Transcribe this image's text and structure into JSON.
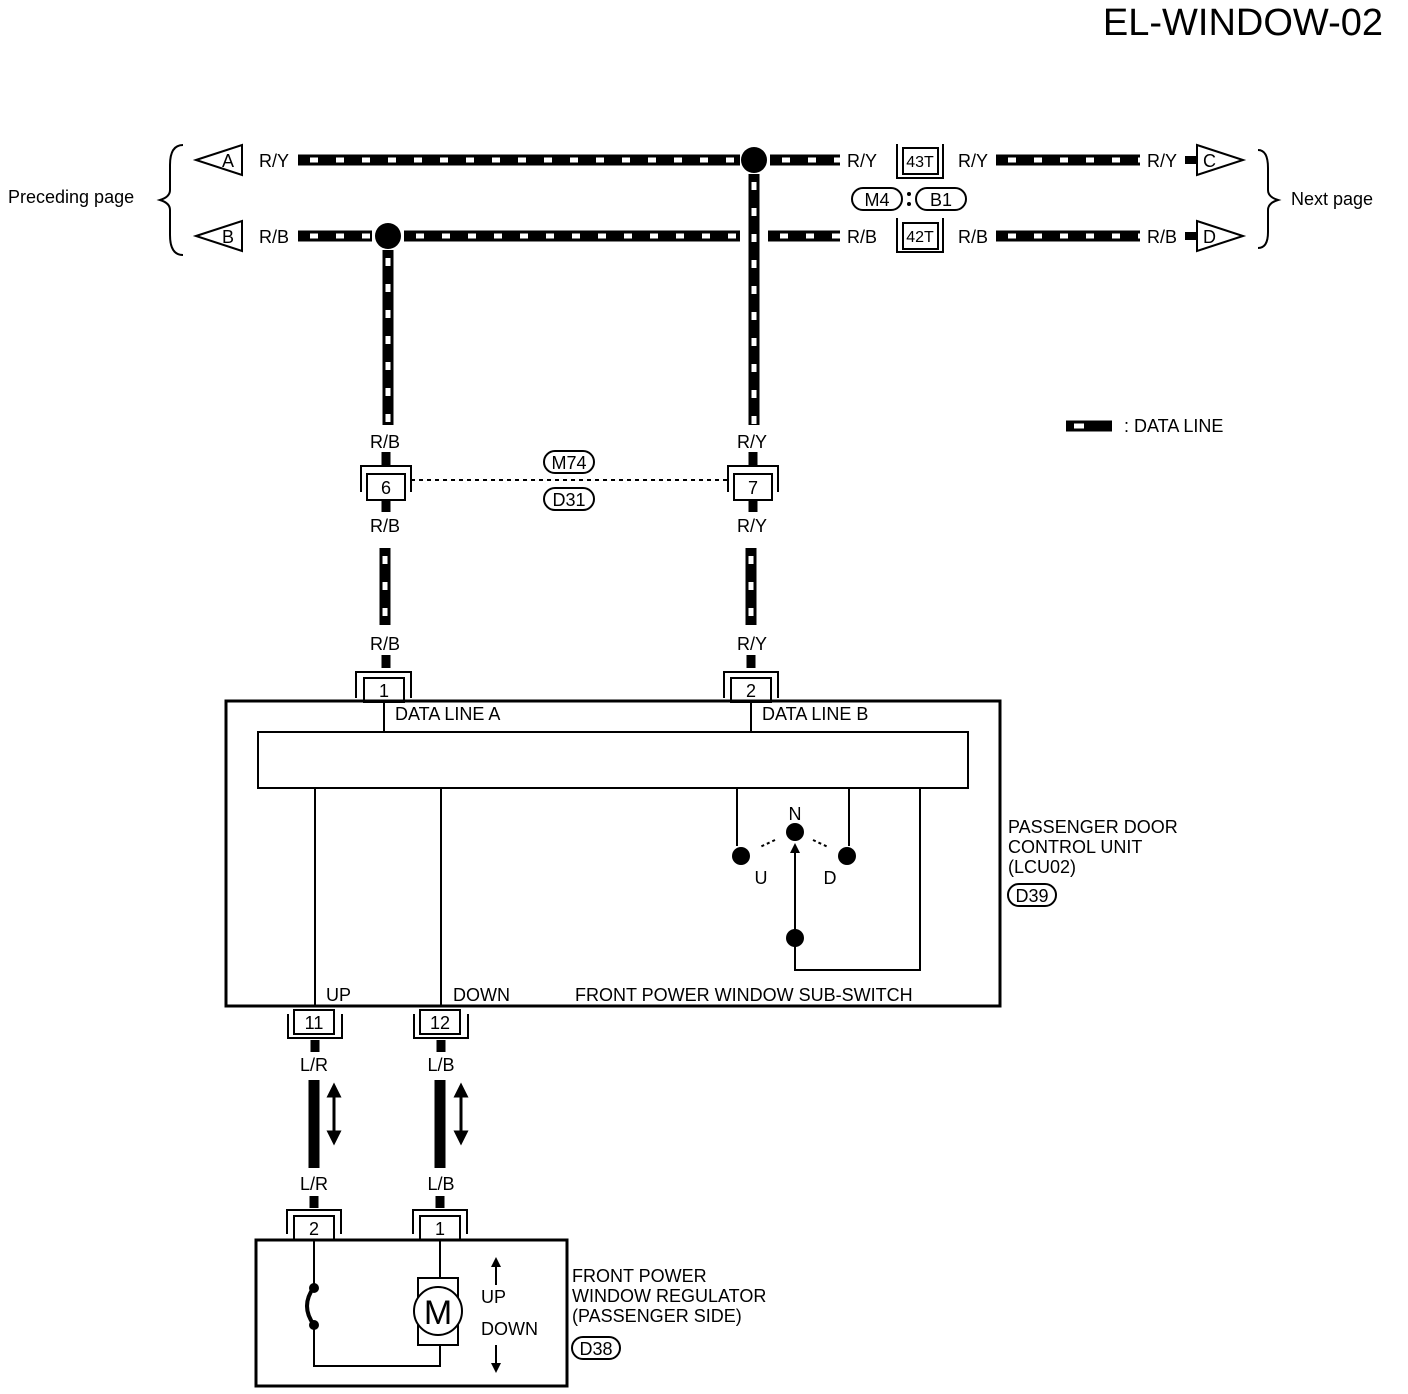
{
  "title": "EL-WINDOW-02",
  "nav": {
    "preceding": "Preceding page",
    "next": "Next page",
    "arrow_a": "A",
    "arrow_b": "B",
    "arrow_c": "C",
    "arrow_d": "D"
  },
  "legend": {
    "label": ": DATA LINE"
  },
  "wires": {
    "ry": "R/Y",
    "rb": "R/B",
    "lr": "L/R",
    "lb": "L/B"
  },
  "connectors": {
    "c43t": "43T",
    "c42t": "42T",
    "m4": "M4",
    "b1": "B1",
    "m74": "M74",
    "d31": "D31",
    "d39": "D39",
    "d38": "D38",
    "pin6": "6",
    "pin7": "7",
    "pin1": "1",
    "pin2": "2",
    "pin11": "11",
    "pin12": "12",
    "reg_pin2": "2",
    "reg_pin1": "1"
  },
  "lcu": {
    "name_line1": "PASSENGER DOOR",
    "name_line2": "CONTROL UNIT",
    "name_line3": "(LCU02)",
    "data_line_a": "DATA LINE A",
    "data_line_b": "DATA LINE B",
    "up": "UP",
    "down": "DOWN",
    "subswitch": "FRONT POWER WINDOW SUB-SWITCH",
    "switch_n": "N",
    "switch_u": "U",
    "switch_d": "D"
  },
  "regulator": {
    "name_line1": "FRONT POWER",
    "name_line2": "WINDOW REGULATOR",
    "name_line3": "(PASSENGER SIDE)",
    "motor": "M",
    "up": "UP",
    "down": "DOWN"
  }
}
